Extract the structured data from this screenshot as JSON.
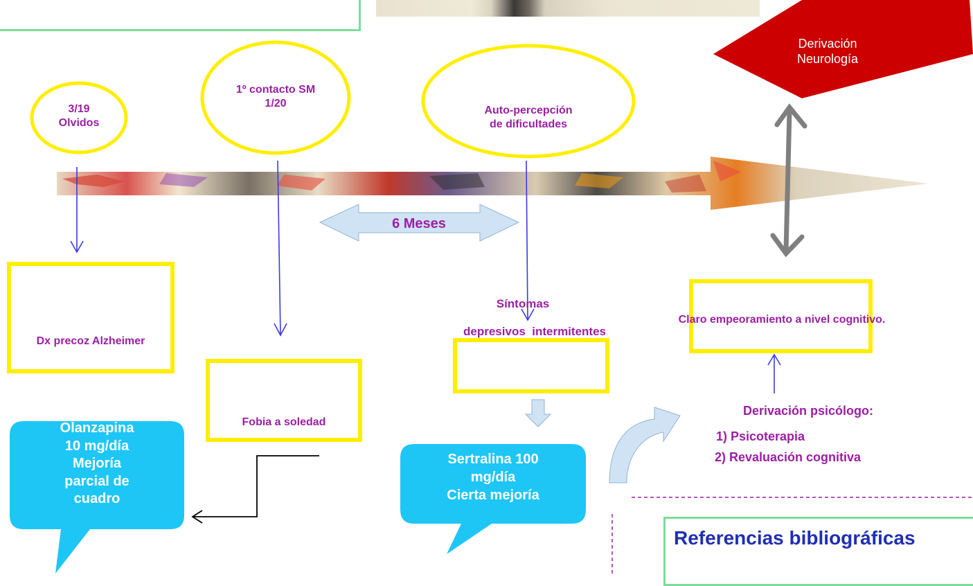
{
  "colors": {
    "purple": "#9b1fa3",
    "yellow": "#ffee00",
    "blue_arrow": "#3a3ae0",
    "callout": "#1ec6f5",
    "red_diamond": "#cc0000",
    "grey_arrow": "#7f7f7f",
    "light_blue": "#cfe3f5",
    "green_border": "#7ddc9a"
  },
  "timeline": {
    "events": [
      {
        "line1": "3/19",
        "line2": "Olvidos"
      },
      {
        "line1": "1º contacto SM",
        "line2": "1/20"
      },
      {
        "line1": "Auto-percepción",
        "line2": "de dificultades"
      }
    ],
    "span_label": "6 Meses"
  },
  "boxes": {
    "alzheimer": "Dx precoz Alzheimer",
    "fobia": "Fobia a soledad",
    "sintomas_line1": "Síntomas",
    "sintomas_line2": "depresivos  intermitentes",
    "empeoramiento": "Claro empeoramiento a nivel cognitivo."
  },
  "callouts": {
    "olanzapina": [
      "Olanzapina",
      "10 mg/día",
      "Mejoría",
      "parcial de",
      "cuadro"
    ],
    "sertralina": [
      "Sertralina 100",
      "mg/día",
      "Cierta mejoría"
    ]
  },
  "derivacion_neuro": {
    "line1": "Derivación",
    "line2": "Neurología"
  },
  "derivacion_psico": {
    "title": "Derivación psicólogo:",
    "item1": "1) Psicoterapia",
    "item2": "2) Revaluación cognitiva"
  },
  "references_title": "Referencias bibliográficas"
}
